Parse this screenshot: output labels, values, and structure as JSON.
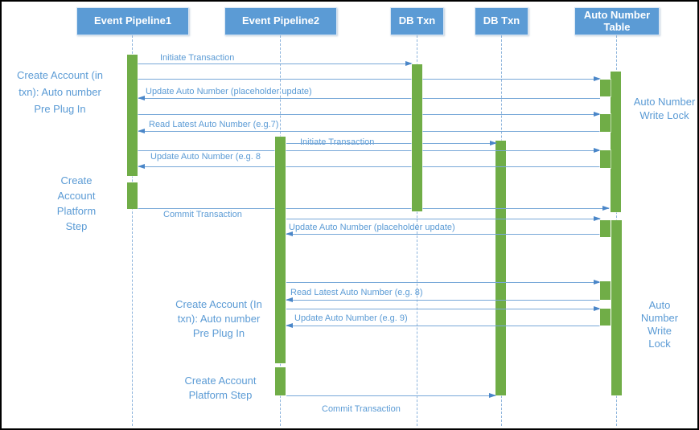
{
  "diagram_type": "sequence-diagram",
  "actors": [
    {
      "label": "Event Pipeline1"
    },
    {
      "label": "Event Pipeline2"
    },
    {
      "label": "DB Txn"
    },
    {
      "label": "DB Txn"
    },
    {
      "label": "Auto Number Table"
    }
  ],
  "messages": [
    {
      "label": "Initiate Transaction",
      "from": "Event Pipeline1",
      "to": "DB Txn (1)",
      "direction": "right"
    },
    {
      "label": "",
      "from": "Event Pipeline1",
      "to": "Auto Number Table",
      "direction": "right"
    },
    {
      "label": "Update Auto Number (placeholder update)",
      "from": "Auto Number Table",
      "to": "Event Pipeline1",
      "direction": "left"
    },
    {
      "label": "",
      "from": "Event Pipeline1",
      "to": "Auto Number Table",
      "direction": "right"
    },
    {
      "label": "Read Latest Auto Number (e.g.7)",
      "from": "Auto Number Table",
      "to": "Event Pipeline1",
      "direction": "left"
    },
    {
      "label": "Initiate Transaction",
      "from": "Event Pipeline2",
      "to": "DB Txn (2)",
      "direction": "right"
    },
    {
      "label": "",
      "from": "Event Pipeline1",
      "to": "Auto Number Table",
      "direction": "right"
    },
    {
      "label": "Update Auto Number (e.g. 8",
      "from": "Auto Number Table",
      "to": "Event Pipeline1",
      "direction": "left"
    },
    {
      "label": "Commit Transaction",
      "from": "Event Pipeline1",
      "to": "Auto Number Table",
      "direction": "right"
    },
    {
      "label": "",
      "from": "Event Pipeline2",
      "to": "Auto Number Table",
      "direction": "right"
    },
    {
      "label": "Update Auto Number (placeholder update)",
      "from": "Auto Number Table",
      "to": "Event Pipeline2",
      "direction": "left"
    },
    {
      "label": "",
      "from": "Event Pipeline2",
      "to": "Auto Number Table",
      "direction": "right"
    },
    {
      "label": "Read Latest Auto Number (e.g. 8)",
      "from": "Auto Number Table",
      "to": "Event Pipeline2",
      "direction": "left"
    },
    {
      "label": "",
      "from": "Event Pipeline2",
      "to": "Auto Number Table",
      "direction": "right"
    },
    {
      "label": "Update Auto Number (e.g. 9)",
      "from": "Auto Number Table",
      "to": "Event Pipeline2",
      "direction": "left"
    },
    {
      "label": "Commit Transaction",
      "from": "Event Pipeline2",
      "to": "DB Txn (2)",
      "direction": "right"
    }
  ],
  "annotations": [
    {
      "text": "Create Account (in\ntxn): Auto number\nPre Plug In"
    },
    {
      "text": "Create\nAccount\nPlatform\nStep"
    },
    {
      "text": "Auto Number\nWrite Lock"
    },
    {
      "text": "Create Account (In\ntxn): Auto number\nPre Plug In"
    },
    {
      "text": "Auto\nNumber\nWrite\nLock"
    },
    {
      "text": "Create Account\nPlatform Step"
    }
  ],
  "colors": {
    "actor_fill": "#5b9bd5",
    "activation_fill": "#70ad47",
    "line": "#78a8d8",
    "arrowhead": "#4a86c8",
    "label_text": "#5b9bd5",
    "actor_text": "#ffffff",
    "background": "#ffffff",
    "frame_border": "#000000"
  }
}
